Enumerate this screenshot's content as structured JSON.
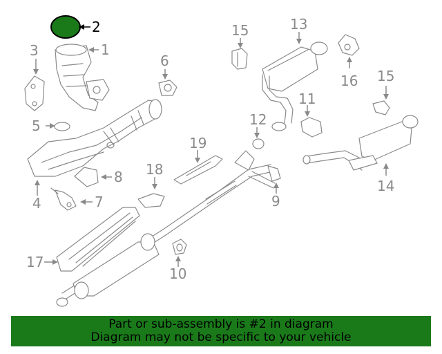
{
  "highlighted_part": "2",
  "highlight_color": "#1a7a1a",
  "banner": {
    "line1": "Part or sub-assembly is #2 in diagram",
    "line2": "Diagram may not be specific to your vehicle"
  },
  "callouts": {
    "c1": "1",
    "c2": "2",
    "c3": "3",
    "c4": "4",
    "c5": "5",
    "c6": "6",
    "c7": "7",
    "c8": "8",
    "c9": "9",
    "c10": "10",
    "c11": "11",
    "c12": "12",
    "c13": "13",
    "c14": "14",
    "c15a": "15",
    "c15b": "15",
    "c16": "16",
    "c17": "17",
    "c18": "18",
    "c19": "19"
  }
}
